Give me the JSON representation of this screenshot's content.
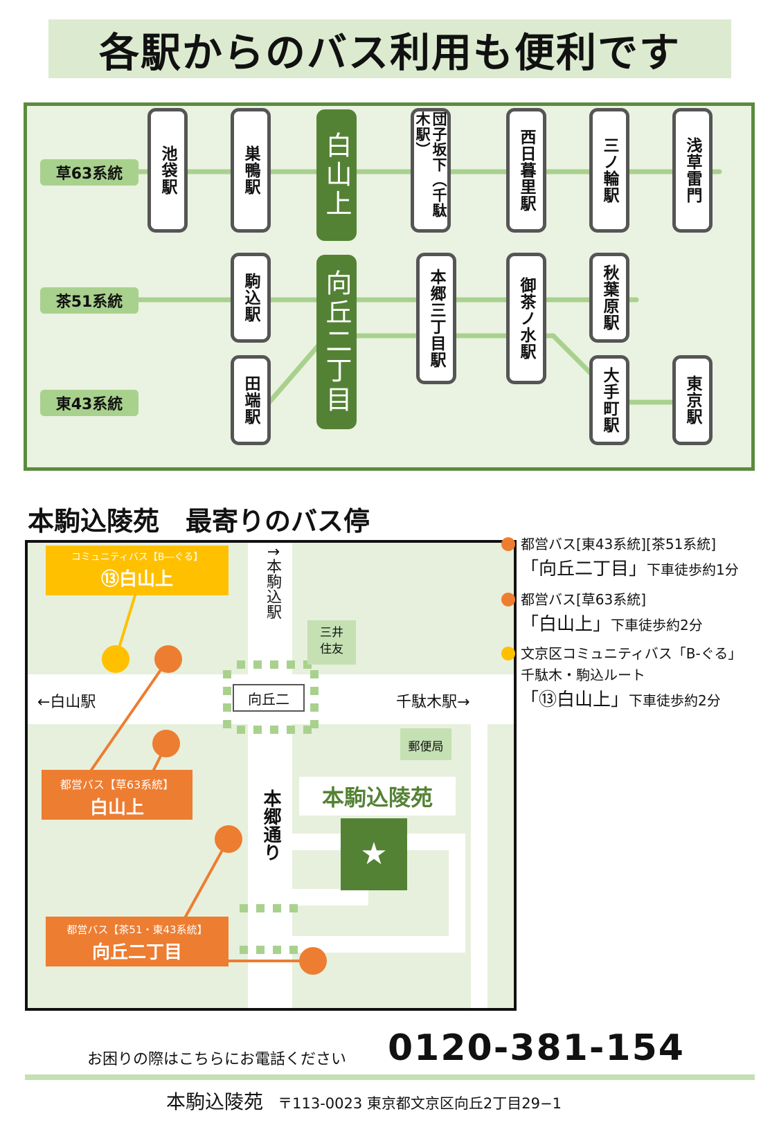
{
  "title": "各駅からのバス利用も便利です",
  "routes": {
    "r1": "草63系統",
    "r2": "茶51系統",
    "r3": "東43系統"
  },
  "stations": {
    "ikebukuro": "池袋駅",
    "sugamo": "巣鴨駅",
    "hakusanue": "白山上",
    "sendagi": "団子坂下（千駄木駅）",
    "nishinippori": "西日暮里駅",
    "minowa": "三ノ輪駅",
    "asakusa": "浅草雷門",
    "komagome": "駒込駅",
    "mukogaoka": "向丘二丁目",
    "hongo": "本郷三丁目駅",
    "ochanomizu": "御茶ノ水駅",
    "akihabara": "秋葉原駅",
    "tabata": "田端駅",
    "otemachi": "大手町駅",
    "tokyo": "東京駅"
  },
  "map_section_title": "本駒込陵苑　最寄りのバス停",
  "map": {
    "community_badge_sub": "コミュニティバス【B―ぐる】",
    "community_badge_main": "⑬白山上",
    "toei63_sub": "都営バス【草63系統】",
    "toei63_main": "白山上",
    "toei51_sub": "都営バス【茶51・東43系統】",
    "toei51_main": "向丘二丁目",
    "north_label": "↑本駒込駅",
    "west_label": "←白山駅",
    "east_label": "千駄木駅→",
    "junction": "向丘二",
    "bank": "三井住友",
    "post": "郵便局",
    "street": "本郷通り",
    "site": "本駒込陵苑",
    "site_marker": "★"
  },
  "legend": [
    {
      "line1": "都営バス[東43系統][茶51系統]",
      "stop": "「向丘二丁目」",
      "walk": "下車徒歩約1分",
      "color": "#ed7d31"
    },
    {
      "line1": "都営バス[草63系統]",
      "stop": "「白山上」",
      "walk": "下車徒歩約2分",
      "color": "#ed7d31"
    },
    {
      "line1": "文京区コミュニティバス「B-ぐる」",
      "line2": "千駄木・駒込ルート",
      "stop": "「⑬白山上」",
      "walk": "下車徒歩約2分",
      "color": "#ffc000"
    }
  ],
  "contact": {
    "prompt": "お困りの際はこちらにお電話ください",
    "phone": "0120-381-154"
  },
  "footer": {
    "name": "本駒込陵苑",
    "address": "〒113-0023 東京都文京区向丘2丁目29−1"
  },
  "colors": {
    "dark_green": "#548235",
    "light_green": "#a9d18e",
    "orange": "#ed7d31",
    "yellow": "#ffc000"
  }
}
